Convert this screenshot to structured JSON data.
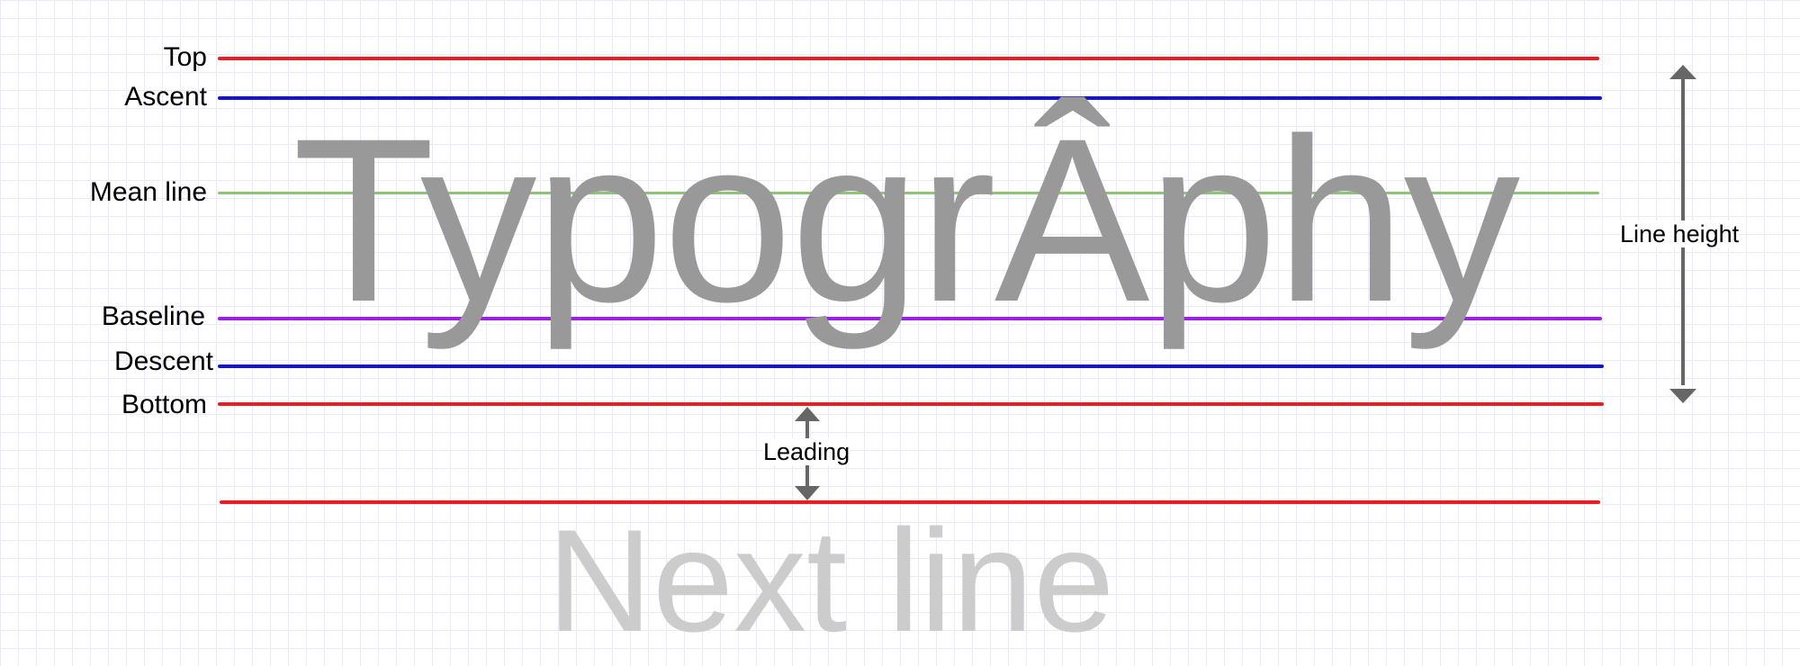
{
  "lines": [
    {
      "key": "top",
      "label": "Top",
      "color": "#ea1c24"
    },
    {
      "key": "ascent",
      "label": "Ascent",
      "color": "#1414d6"
    },
    {
      "key": "mean_line",
      "label": "Mean line",
      "color": "#8cc47a"
    },
    {
      "key": "baseline",
      "label": "Baseline",
      "color": "#9a21e6"
    },
    {
      "key": "descent",
      "label": "Descent",
      "color": "#1414d6"
    },
    {
      "key": "bottom",
      "label": "Bottom",
      "color": "#ea1c24"
    },
    {
      "key": "next_top",
      "label": "",
      "color": "#ea1c24"
    }
  ],
  "sample_text": "TypogrÂphy",
  "next_text": "Next line",
  "annotations": {
    "line_height": "Line height",
    "leading": "Leading"
  },
  "colors": {
    "sample_text": "#999999",
    "next_text": "#cccccc",
    "arrow": "#666666",
    "grid": "#e9e9f7"
  }
}
